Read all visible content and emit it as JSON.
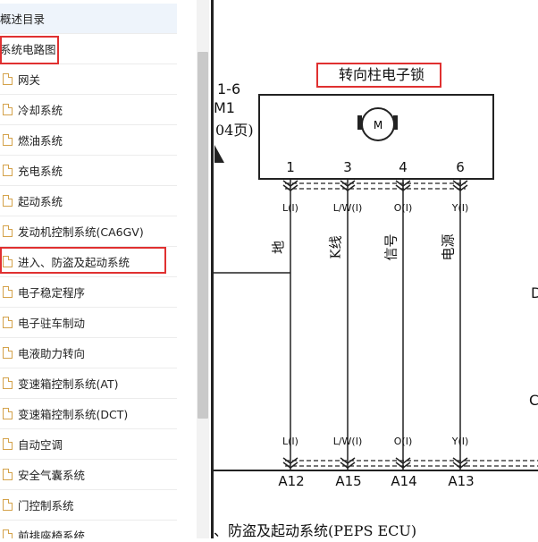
{
  "sidebar": {
    "header": "概述目录",
    "section": "系统电路图",
    "items": [
      "网关",
      "冷却系统",
      "燃油系统",
      "充电系统",
      "起动系统",
      "发动机控制系统(CA6GV)",
      "进入、防盗及起动系统",
      "电子稳定程序",
      "电子驻车制动",
      "电液助力转向",
      "变速箱控制系统(AT)",
      "变速箱控制系统(DCT)",
      "自动空调",
      "安全气囊系统",
      "门控制系统",
      "前排座椅系统"
    ],
    "highlight_color": "#e03030"
  },
  "diagram": {
    "component_title": "转向柱电子锁",
    "motor_label": "M",
    "ref_line1": "1-6",
    "ref_line2": "M1",
    "ref_line3": "04页)",
    "pins_top": [
      "1",
      "3",
      "4",
      "6"
    ],
    "wire_codes_top": [
      "L(I)",
      "L/W(I)",
      "O(I)",
      "Y(I)"
    ],
    "signals": [
      "地",
      "K线",
      "信号",
      "电源"
    ],
    "wire_codes_bottom": [
      "L(I)",
      "L/W(I)",
      "O(I)",
      "Y(I)"
    ],
    "pins_bottom": [
      "A12",
      "A15",
      "A14",
      "A13"
    ],
    "ecu_label": "、防盗及起动系统(PEPS ECU)",
    "edge_letters": [
      "D",
      "C"
    ]
  }
}
